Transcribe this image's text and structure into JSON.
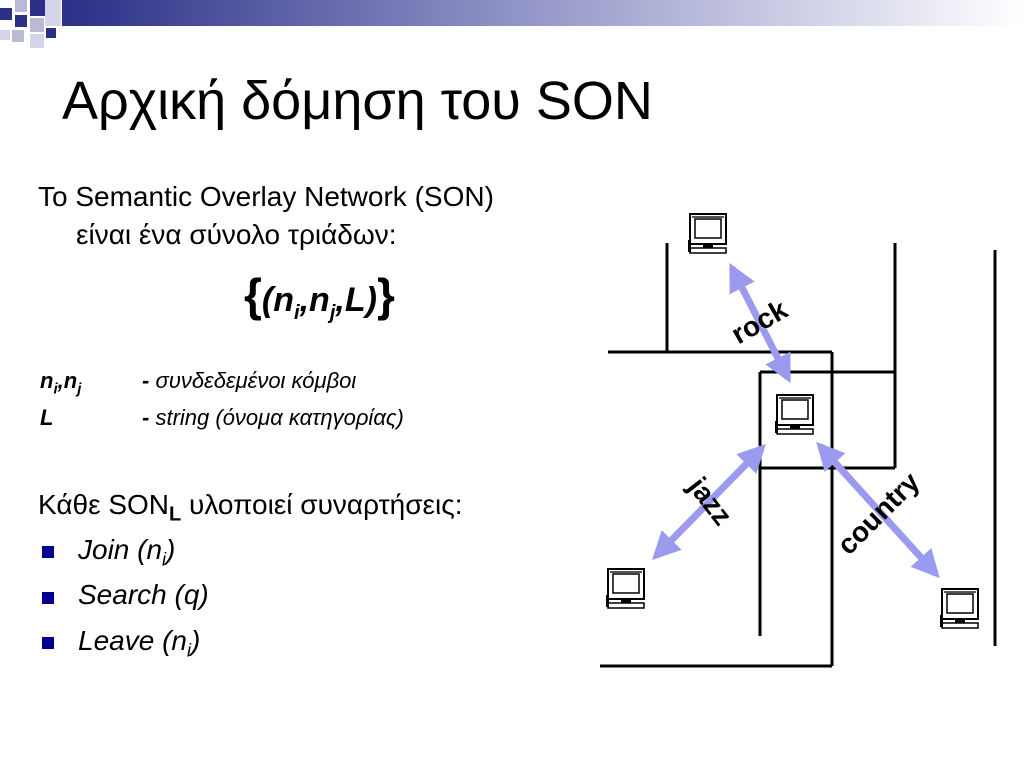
{
  "slide": {
    "title": "Αρχική δόμηση του SON",
    "intro_line1": "To Semantic Overlay Network (SON)",
    "intro_line2": "είναι ένα σύνολο τριάδων:",
    "formula": {
      "open": "{",
      "lparen": "(",
      "n": "n",
      "sub_i": "i",
      "sub_j": "j",
      "comma": ",",
      "L": "L",
      "rparen": ")",
      "close": "}"
    },
    "definitions": [
      {
        "term_n": "n",
        "sub_i": "i",
        "sub_j": "j",
        "comma": ",",
        "dash": "-",
        "desc": "συνδεδεμένοι κόμβοι"
      },
      {
        "term": "L",
        "dash": "-",
        "desc": "string (όνομα κατηγορίας)"
      }
    ],
    "functions_heading": {
      "prefix": "Κάθε SON",
      "sub": "L",
      "suffix": "υλοποιεί συναρτήσεις:"
    },
    "functions": [
      {
        "name": "Join (n",
        "sub": "i",
        "close": ")"
      },
      {
        "name": "Search (q)"
      },
      {
        "name": "Leave (n",
        "sub": "i",
        "close": ")"
      }
    ],
    "diagram": {
      "labels": {
        "rock": "rock",
        "jazz": "jazz",
        "country": "country"
      },
      "arrow_color": "#9a9aee"
    },
    "colors": {
      "bullet": "#000090",
      "header_dark": "#2b2f86"
    }
  }
}
